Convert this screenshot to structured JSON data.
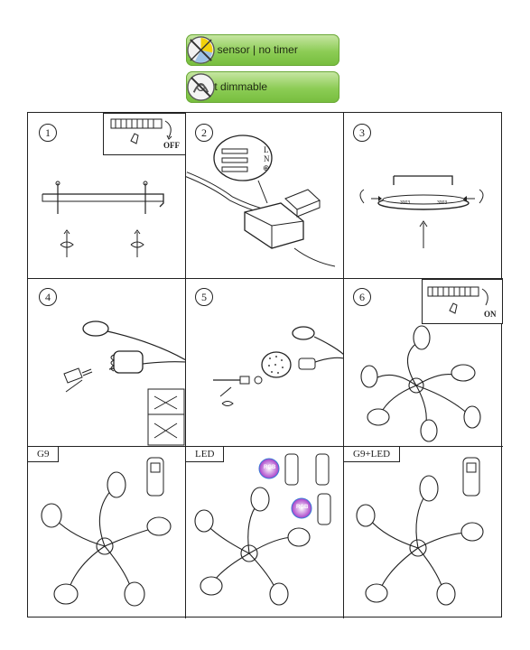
{
  "badges": {
    "sensor": {
      "label": "no sensor | no timer",
      "icon": "no-sensor-no-timer-icon"
    },
    "dimmable": {
      "label": "not dimmable",
      "icon": "not-dimmable-icon"
    }
  },
  "steps": [
    {
      "number": "1",
      "switch_state": "OFF"
    },
    {
      "number": "2",
      "terminal_labels": [
        "L",
        "N",
        "⊕"
      ]
    },
    {
      "number": "3",
      "marks": [
        "3003",
        "3003"
      ]
    },
    {
      "number": "4"
    },
    {
      "number": "5"
    },
    {
      "number": "6",
      "switch_state": "ON"
    }
  ],
  "variants": [
    {
      "label": "G9"
    },
    {
      "label": "LED",
      "rgb_marks": [
        "RGB",
        "RGB"
      ]
    },
    {
      "label": "G9+LED"
    }
  ],
  "colors": {
    "badge_green": "#8ccc55",
    "line": "#222222"
  }
}
